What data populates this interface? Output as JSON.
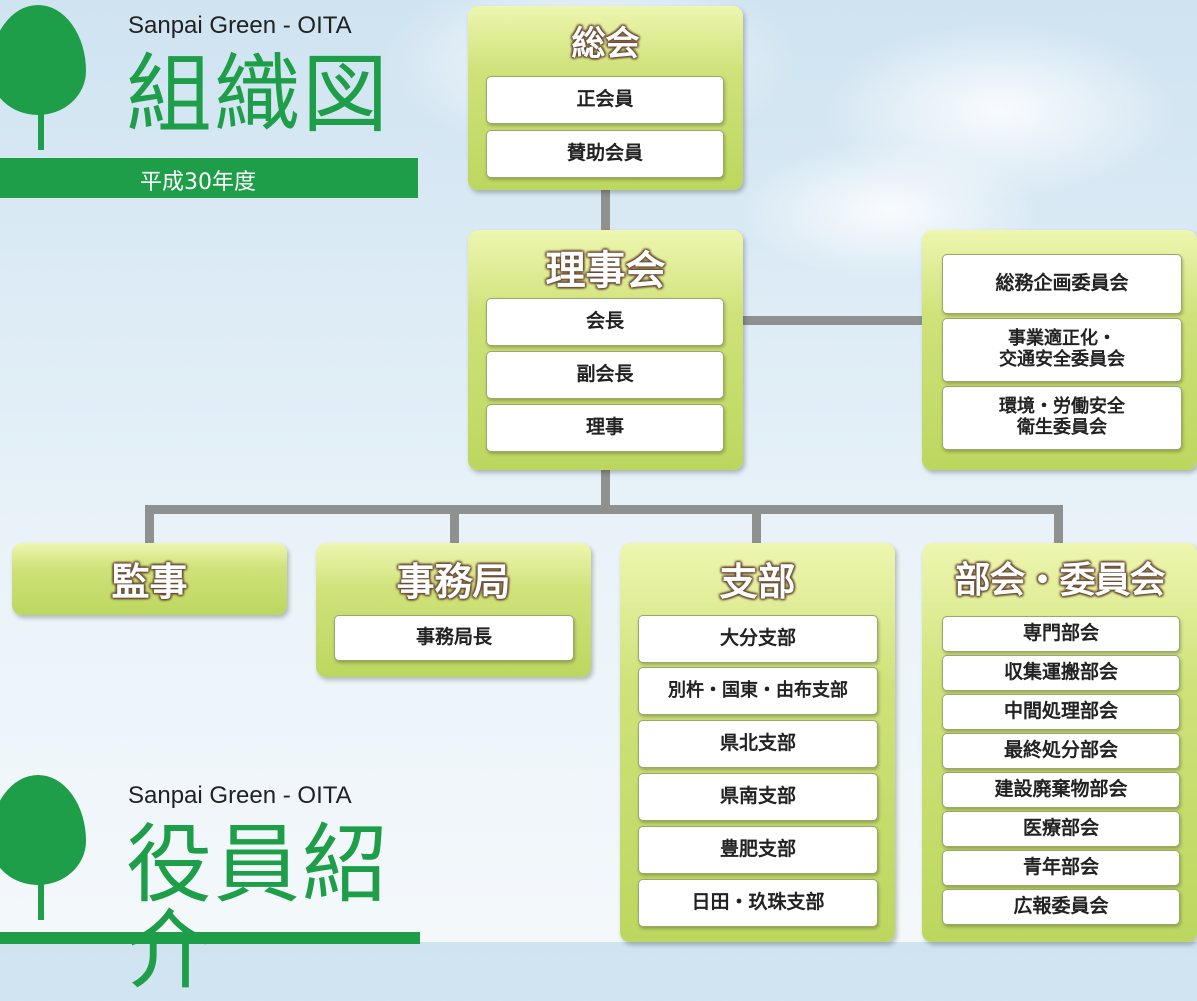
{
  "org_section": {
    "subtitle": "Sanpai Green - OITA",
    "title": "組織図",
    "year": "平成30年度"
  },
  "officer_section": {
    "subtitle": "Sanpai Green - OITA",
    "title": "役員紹介"
  },
  "general_meeting": {
    "title": "総会",
    "items": [
      "正会員",
      "賛助会員"
    ]
  },
  "board": {
    "title": "理事会",
    "items": [
      "会長",
      "副会長",
      "理事"
    ]
  },
  "committees": {
    "items": [
      "総務企画委員会",
      "事業適正化・\n交通安全委員会",
      "環境・労働安全\n衛生委員会"
    ]
  },
  "auditor": {
    "title": "監事"
  },
  "secretariat": {
    "title": "事務局",
    "items": [
      "事務局長"
    ]
  },
  "branches": {
    "title": "支部",
    "items": [
      "大分支部",
      "別杵・国東・由布支部",
      "県北支部",
      "県南支部",
      "豊肥支部",
      "日田・玖珠支部"
    ]
  },
  "divisions": {
    "title": "部会・委員会",
    "items": [
      "専門部会",
      "収集運搬部会",
      "中間処理部会",
      "最終処分部会",
      "建設廃棄物部会",
      "医療部会",
      "青年部会",
      "広報委員会"
    ]
  },
  "colors": {
    "brand_green": "#1e9e49",
    "box_green": "#c8de6e",
    "connector_gray": "#8f9191",
    "title_outline": "#6b4a33"
  }
}
